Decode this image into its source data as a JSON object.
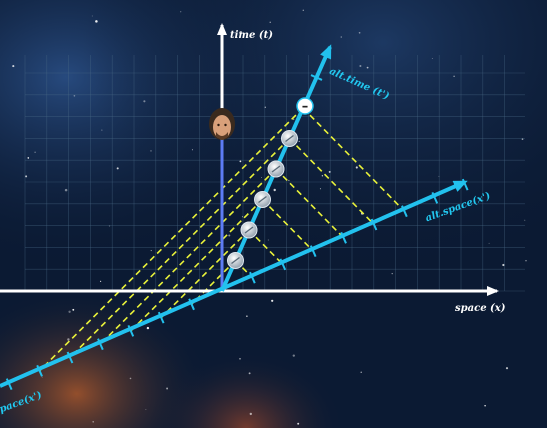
{
  "diagram": {
    "axes": {
      "time_label": "time (t)",
      "space_label": "space (x)",
      "alt_time_label": "alt.time (t')",
      "alt_space_label": "alt.space(x')",
      "alt_space_label_left": "pace(x')"
    },
    "observer": {
      "icon": "person-face-icon"
    },
    "worldline": {
      "event_count": 5,
      "top_marker_symbol": "–"
    },
    "colors": {
      "background": "#0b1a33",
      "grid": "#4a6a86",
      "axis_white": "#ffffff",
      "axis_alt": "#22c1ee",
      "projection_dashes": "#e9f23a",
      "observer_worldline": "#5d7cf5"
    }
  }
}
